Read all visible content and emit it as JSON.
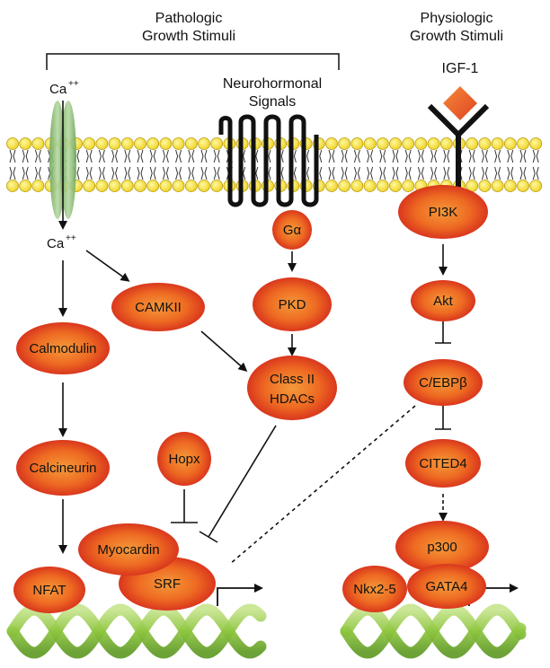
{
  "header": {
    "pathologic_line1": "Pathologic",
    "pathologic_line2": "Growth Stimuli",
    "physiologic_line1": "Physiologic",
    "physiologic_line2": "Growth Stimuli"
  },
  "signals": {
    "ca_top": "Ca",
    "ca_bottom": "Ca",
    "ca_superscript": "++",
    "neuro_line1": "Neurohormonal",
    "neuro_line2": "Signals",
    "igf1": "IGF-1"
  },
  "nodes": {
    "galpha": "Gα",
    "pi3k": "PI3K",
    "camkii": "CAMKII",
    "pkd": "PKD",
    "akt": "Akt",
    "calmodulin": "Calmodulin",
    "class2_line1": "Class II",
    "class2_line2": "HDACs",
    "cebpb": "C/EBPβ",
    "calcineurin": "Calcineurin",
    "hopx": "Hopx",
    "cited4": "CITED4",
    "myocardin": "Myocardin",
    "p300": "p300",
    "nfat": "NFAT",
    "srf": "SRF",
    "nkx25": "Nkx2-5",
    "gata4": "GATA4"
  },
  "colors": {
    "node_fill_center": "#f07a20",
    "node_fill_edge": "#d8281e",
    "membrane_head": "#f7e64a",
    "dna_green": "#8ec63f",
    "channel_green": "#8fba73",
    "igf_diamond": "#ec5b2a"
  }
}
